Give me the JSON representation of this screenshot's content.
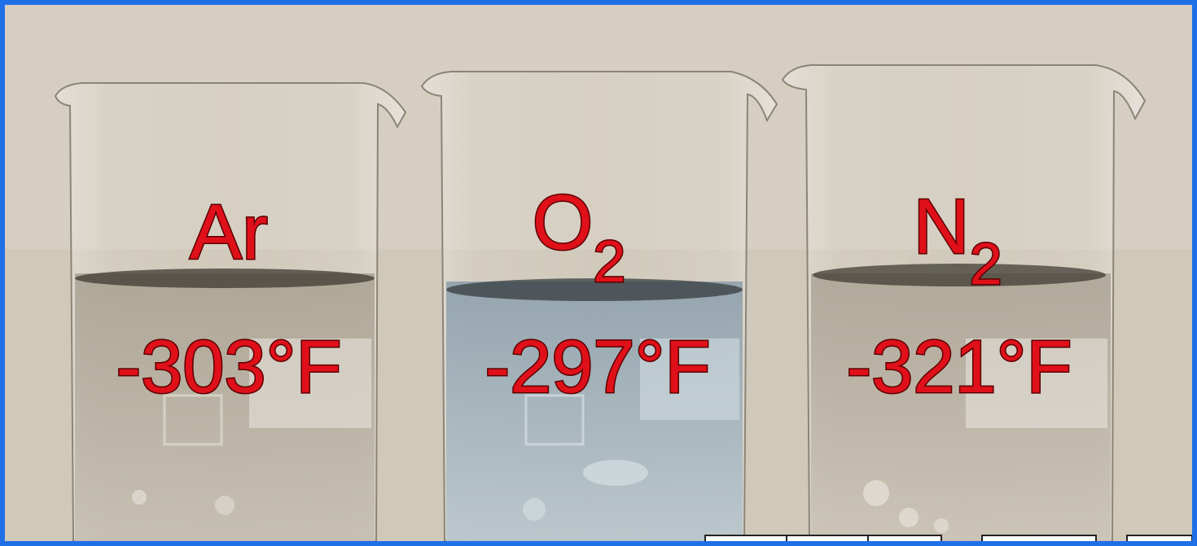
{
  "beakers": [
    {
      "symbol": "Ar",
      "subscript": "",
      "temperature": "-303°F",
      "liquid_color": "#b9b2a4"
    },
    {
      "symbol": "O",
      "subscript": "2",
      "temperature": "-297°F",
      "liquid_color": "#a9b7c0"
    },
    {
      "symbol": "N",
      "subscript": "2",
      "temperature": "-321°F",
      "liquid_color": "#bdb6a8"
    }
  ],
  "colors": {
    "frame": "#1f6fe8",
    "label_fill": "#e0101a",
    "label_outline": "#5a0000",
    "background": "#d6cfc2"
  }
}
